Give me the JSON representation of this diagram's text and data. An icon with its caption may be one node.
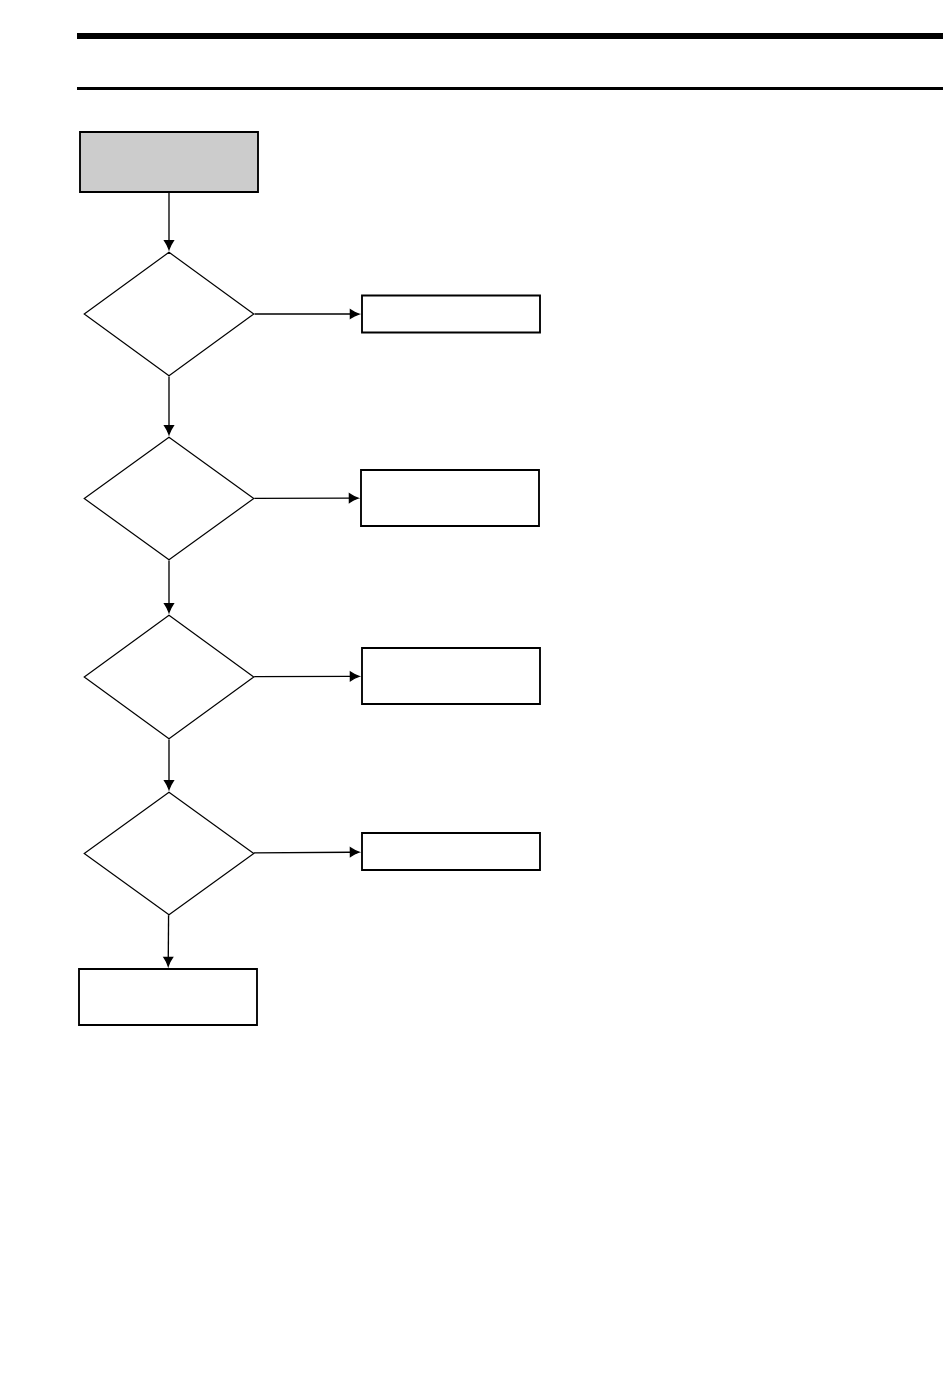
{
  "diagram": {
    "nodes": [
      {
        "text": [],
        "shape": "box"
      },
      {
        "text": [],
        "shape": "diamond"
      },
      {
        "text": [],
        "shape": "box"
      },
      {
        "text": [],
        "shape": "diamond"
      },
      {
        "text": [],
        "shape": "box"
      },
      {
        "text": [],
        "shape": "diamond"
      },
      {
        "text": [],
        "shape": "box"
      },
      {
        "text": [],
        "shape": "diamond"
      },
      {
        "text": [],
        "shape": "box"
      },
      {
        "text": [],
        "shape": "box"
      }
    ],
    "edges": [
      {
        "from": 0,
        "to": 1,
        "arrow": "to"
      },
      {
        "from": 1,
        "to": 2,
        "arrow": "to"
      },
      {
        "from": 1,
        "to": 3,
        "arrow": "to"
      },
      {
        "from": 3,
        "to": 4,
        "arrow": "to"
      },
      {
        "from": 3,
        "to": 5,
        "arrow": "to"
      },
      {
        "from": 5,
        "to": 6,
        "arrow": "to"
      },
      {
        "from": 5,
        "to": 7,
        "arrow": "to"
      },
      {
        "from": 7,
        "to": 8,
        "arrow": "to"
      },
      {
        "from": 7,
        "to": 9,
        "arrow": "to"
      }
    ]
  }
}
